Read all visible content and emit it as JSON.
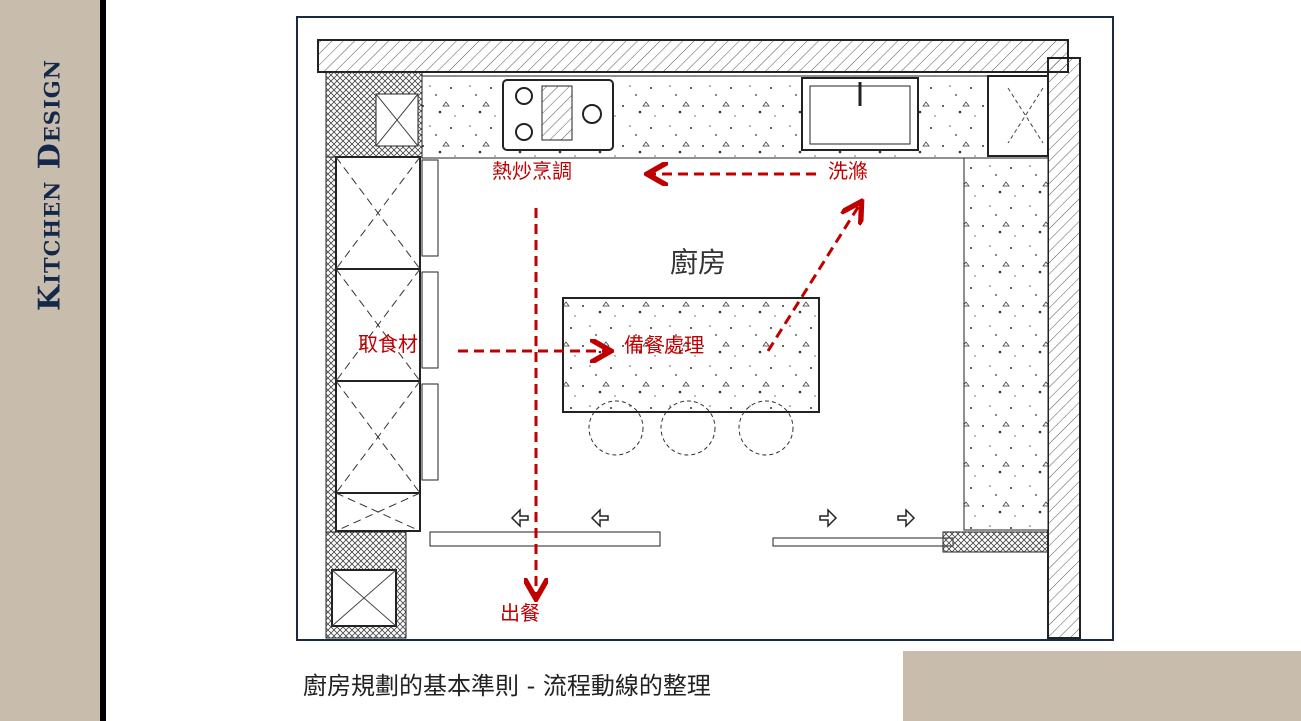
{
  "sidebar": {
    "title": "Kitchen Design"
  },
  "diagram": {
    "room_label": "廚房",
    "zones": {
      "cooking": "熱炒烹調",
      "washing": "洗滌",
      "fetch": "取食材",
      "prep": "備餐處理",
      "serve": "出餐"
    },
    "colors": {
      "flow": "#c00000",
      "frame": "#1a2a44",
      "sidebar": "#c8bcad"
    }
  },
  "caption": "廚房規劃的基本準則 - 流程動線的整理"
}
